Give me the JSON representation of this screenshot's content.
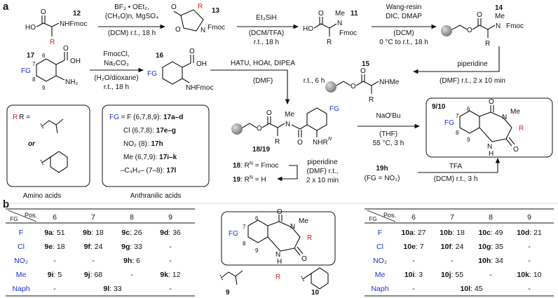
{
  "panels": {
    "a": "a",
    "b": "b"
  },
  "compounds": {
    "c12": "12",
    "c13": "13",
    "c11": "11",
    "c14": "14",
    "c17": "17",
    "c16": "16",
    "c15": "15",
    "c1819": "18/19",
    "c910": "9/10",
    "c9": "9",
    "c10": "10"
  },
  "reagents": {
    "r1_line1": "BF₃ • OEt₂,",
    "r1_line2": "(CH₂O)n, MgSO₄",
    "r1_line3": "(DCM) r.t., 18 h",
    "r2_line1": "Et₃SiH",
    "r2_line2": "(DCM/TFA)",
    "r2_line3": "r.t., 18 h",
    "r3_line1": "Wang-resin",
    "r3_line2": "DIC, DMAP",
    "r3_line3": "(DCM)",
    "r3_line4": "0 °C to r.t., 18 h",
    "r4_line1": "FmocCl,",
    "r4_line2": "Na₂CO₃",
    "r4_line3": "(H₂O/dioxane)",
    "r4_line4": "r.t., 18 h",
    "r5_line1": "piperidine",
    "r5_line2": "(DMF) r.t., 2 x 10 min",
    "r6_line1": "HATU, HOAt, DIPEA",
    "r6_line2": "(DMF)",
    "r6_line3": "r.t., 6 h",
    "r7_line1": "NaOᵗBu",
    "r7_line2": "(THF)",
    "r7_line3": "55 °C, 3 h",
    "r8_line1": "piperidine",
    "r8_line2": "(DMF) r.t.,",
    "r8_line3": "2 x 10 min",
    "r9_line1": "TFA",
    "r9_cmp": "19h",
    "r9_fg": "(FG = NO₂)",
    "r9_cond": "(DCM) r.t., 3 h"
  },
  "atoms": {
    "HO": "HO",
    "O": "O",
    "NHFmoc": "NHFmoc",
    "R": "R",
    "N": "N",
    "Fmoc": "Fmoc",
    "Me": "Me",
    "OH": "OH",
    "NH2": "NH₂",
    "FG": "FG",
    "NHMe": "NHMe",
    "NHRN": "NHR",
    "RN_sup": "N",
    "H": "H"
  },
  "ring_numbers": [
    "6",
    "7",
    "8",
    "9"
  ],
  "amino_box": {
    "R_eq": "R =",
    "or": "or",
    "caption": "Amino acids"
  },
  "anthranilic_box": {
    "lines": [
      {
        "prefix": "FG",
        "text": " = F (6,7,8,9): ",
        "cmp": "17a–d"
      },
      {
        "prefix": "",
        "text": "Cl (6,7,8): ",
        "cmp": "17e–g"
      },
      {
        "prefix": "",
        "text": "NO₂ (8): ",
        "cmp": "17h"
      },
      {
        "prefix": "",
        "text": "Me (6,7,9): ",
        "cmp": "17i–k"
      },
      {
        "prefix": "",
        "text": "–C₄H₄– (7–8): ",
        "cmp": "17l"
      }
    ],
    "caption": "Anthranilic acids"
  },
  "deprotect": {
    "l18": "18",
    "l18_txt": ": R",
    "l18_sup": "N",
    "l18_end": " = Fmoc",
    "l19": "19",
    "l19_txt": ": R",
    "l19_sup": "N",
    "l19_end": " = H"
  },
  "table_left": {
    "header_fg": "FG",
    "header_pos": "Pos.",
    "cols": [
      "6",
      "7",
      "8",
      "9"
    ],
    "rows": [
      {
        "fg": "F",
        "cells": [
          [
            "9a",
            ": 51"
          ],
          [
            "9b",
            ": 18"
          ],
          [
            "9c",
            ": 26"
          ],
          [
            "9d",
            ": 36"
          ]
        ]
      },
      {
        "fg": "Cl",
        "cells": [
          [
            "9e",
            ": 18"
          ],
          [
            "9f",
            ": 24"
          ],
          [
            "9g",
            ": 33"
          ],
          [
            "",
            "-"
          ]
        ]
      },
      {
        "fg": "NO₂",
        "cells": [
          [
            "",
            "-"
          ],
          [
            "",
            "-"
          ],
          [
            "9h",
            ": 6"
          ],
          [
            "",
            "-"
          ]
        ]
      },
      {
        "fg": "Me",
        "cells": [
          [
            "9i",
            ": 5"
          ],
          [
            "9j",
            ": 68"
          ],
          [
            "",
            "-"
          ],
          [
            "9k",
            ": 12"
          ]
        ]
      },
      {
        "fg": "Naph",
        "cells": [
          [
            "",
            "-"
          ],
          [
            "9l",
            ": 33"
          ],
          [
            "",
            ""
          ],
          [
            "",
            "-"
          ]
        ]
      }
    ]
  },
  "table_right": {
    "header_fg": "FG",
    "header_pos": "Pos.",
    "cols": [
      "6",
      "7",
      "8",
      "9"
    ],
    "rows": [
      {
        "fg": "F",
        "cells": [
          [
            "10a",
            ": 27"
          ],
          [
            "10b",
            ": 18"
          ],
          [
            "10c",
            ": 49"
          ],
          [
            "10d",
            ": 21"
          ]
        ]
      },
      {
        "fg": "Cl",
        "cells": [
          [
            "10e",
            ": 7"
          ],
          [
            "10f",
            ": 24"
          ],
          [
            "10g",
            ": 35"
          ],
          [
            "",
            "-"
          ]
        ]
      },
      {
        "fg": "NO₂",
        "cells": [
          [
            "",
            "-"
          ],
          [
            "",
            "-"
          ],
          [
            "10h",
            ": 34"
          ],
          [
            "",
            "-"
          ]
        ]
      },
      {
        "fg": "Me",
        "cells": [
          [
            "10i",
            ": 3"
          ],
          [
            "10j",
            ": 55"
          ],
          [
            "",
            "-"
          ],
          [
            "10k",
            ": 10"
          ]
        ]
      },
      {
        "fg": "Naph",
        "cells": [
          [
            "",
            "-"
          ],
          [
            "10l",
            ": 45"
          ],
          [
            "",
            ""
          ],
          [
            "",
            "-"
          ]
        ]
      }
    ]
  },
  "colors": {
    "fg_blue": "#1a33cc",
    "r_red": "#e01e1e",
    "resin": "#9a9a9a"
  }
}
